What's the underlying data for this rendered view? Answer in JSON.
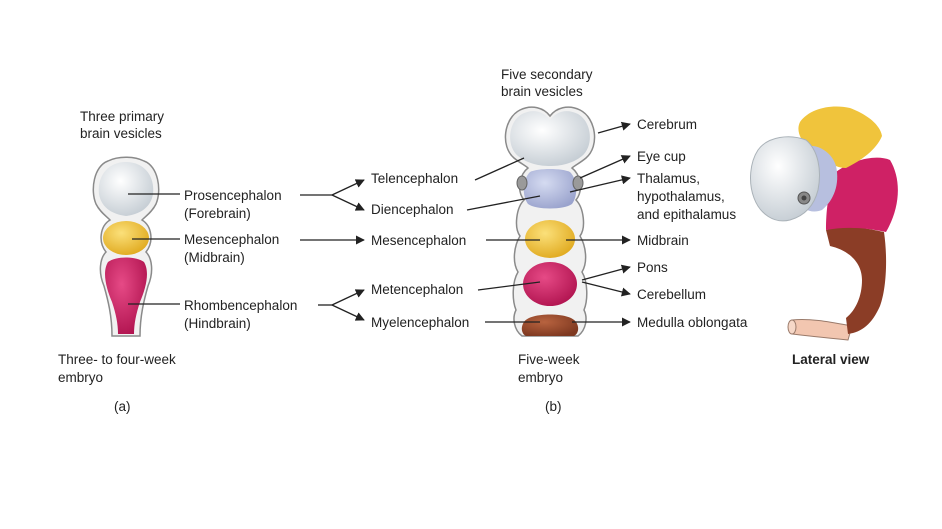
{
  "panel_a": {
    "heading_line1": "Three primary",
    "heading_line2": "brain vesicles",
    "vesicles": [
      {
        "name": "Prosencephalon",
        "alt": "(Forebrain)"
      },
      {
        "name": "Mesencephalon",
        "alt": "(Midbrain)"
      },
      {
        "name": "Rhombencephalon",
        "alt": "(Hindbrain)"
      }
    ],
    "caption_line1": "Three- to four-week",
    "caption_line2": "embryo",
    "tag": "(a)"
  },
  "panel_b": {
    "heading_line1": "Five secondary",
    "heading_line2": "brain vesicles",
    "vesicles": [
      "Telencephalon",
      "Diencephalon",
      "Mesencephalon",
      "Metencephalon",
      "Myelencephalon"
    ],
    "structures": {
      "cerebrum": "Cerebrum",
      "eye_cup": "Eye cup",
      "thalamus_line1": "Thalamus,",
      "thalamus_line2": "hypothalamus,",
      "thalamus_line3": "and epithalamus",
      "midbrain": "Midbrain",
      "pons": "Pons",
      "cerebellum": "Cerebellum",
      "medulla": "Medulla oblongata"
    },
    "caption_line1": "Five-week",
    "caption_line2": "embryo",
    "tag": "(b)"
  },
  "lateral": {
    "caption": "Lateral view"
  },
  "colors": {
    "forebrain": "#dde3e8",
    "diencephalon": "#b7bfdf",
    "midbrain": "#f0c43c",
    "hindbrain": "#cf2165",
    "myelencephalon": "#9a4a2e",
    "cord": "#f2c6b0",
    "outline": "#8a8a8a"
  }
}
